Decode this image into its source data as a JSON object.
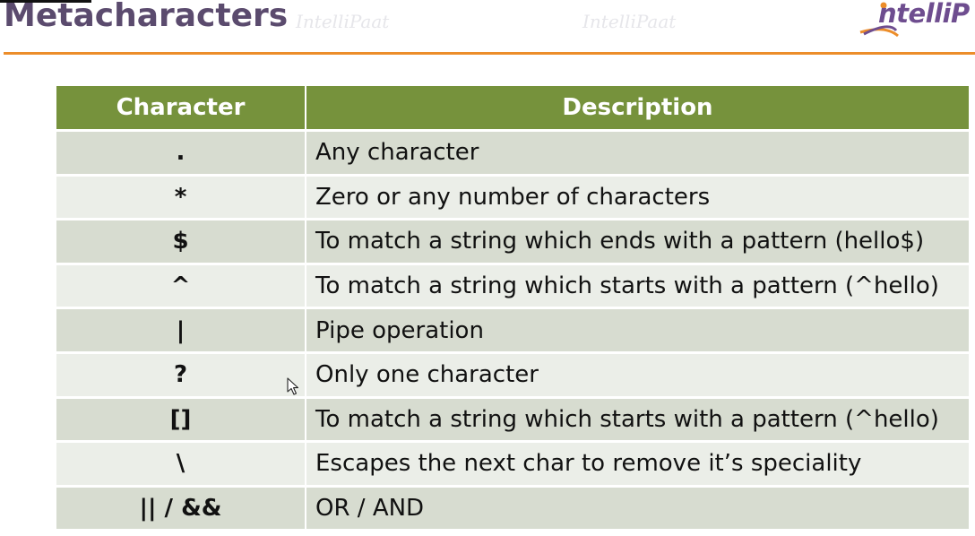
{
  "slide": {
    "title": "Metacharacters",
    "logo_text": "ntelliP",
    "watermark_text": "IntelliPaat"
  },
  "colors": {
    "title": "#5b4b6e",
    "rule": "#ec8d2a",
    "header_bg": "#76923c",
    "row_odd": "#d7dcd0",
    "row_even": "#ebeee8"
  },
  "table": {
    "headers": [
      "Character",
      "Description"
    ],
    "rows": [
      {
        "char": ".",
        "desc": "Any character"
      },
      {
        "char": "*",
        "desc": "Zero or any number of characters"
      },
      {
        "char": "$",
        "desc": "To match a string which ends with a pattern (hello$)"
      },
      {
        "char": "^",
        "desc": "To match a string which starts with a pattern (^hello)"
      },
      {
        "char": "|",
        "desc": "Pipe operation"
      },
      {
        "char": "?",
        "desc": "Only one character"
      },
      {
        "char": "[]",
        "desc": "To match a string which starts with a pattern (^hello)"
      },
      {
        "char": "\\",
        "desc": "Escapes the next char to remove it’s speciality"
      },
      {
        "char": "|| / &&",
        "desc": "OR / AND"
      }
    ]
  },
  "icons": {
    "cursor": "mouse-pointer-icon",
    "logo": "intellipaat-logo-icon"
  }
}
